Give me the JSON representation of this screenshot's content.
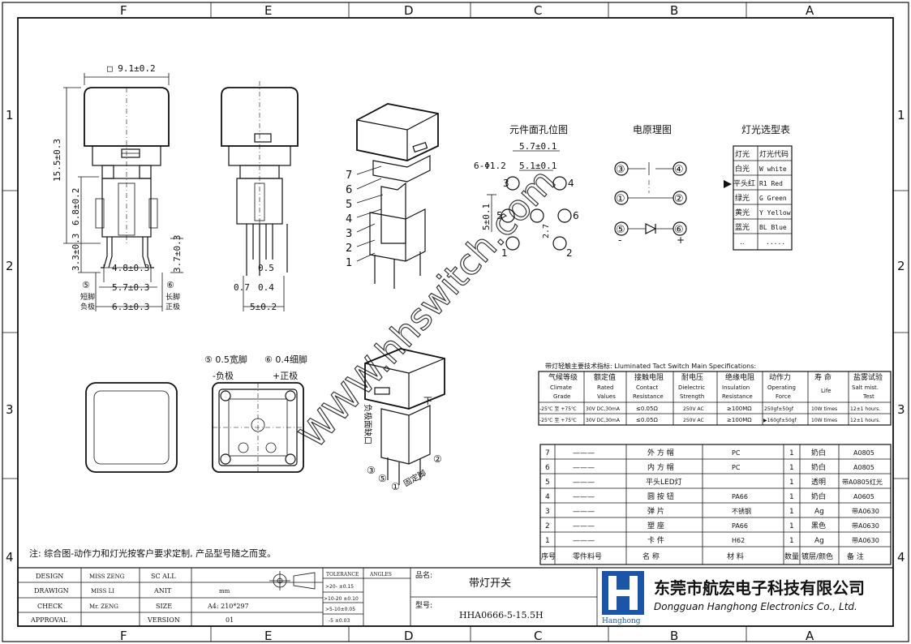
{
  "frame": {
    "zones_top": [
      "F",
      "E",
      "D",
      "C",
      "B",
      "A"
    ],
    "zones_side": [
      "1",
      "2",
      "3",
      "4"
    ]
  },
  "watermark": "WWW.hhswitch.com",
  "front_view": {
    "width_dim": "9.1±0.2",
    "height_dim": "15.5±0.3",
    "body_dim": "6.8±0.2",
    "pin_dim": "3.3±0.3",
    "pitch_inner": "4.8±0.3",
    "pitch_mid": "5.7±0.3",
    "pitch_outer": "6.3±0.3",
    "label_left_num": "⑤",
    "label_left_line1": "短脚",
    "label_left_line2": "负极",
    "label_right_num": "⑥",
    "label_right_line1": "长脚",
    "label_right_line2": "正极"
  },
  "side_view": {
    "dim_37": "3.7±0.3",
    "dim_05": "0.5",
    "dim_07": "0.7",
    "dim_04": "0.4",
    "dim_5": "5±0.2"
  },
  "iso_view": {
    "callouts": [
      "7",
      "6",
      "5",
      "4",
      "3",
      "2",
      "1"
    ]
  },
  "hole_layout": {
    "title": "元件面孔位图",
    "dim_57": "5.7±0.1",
    "dim_51": "5.1±0.1",
    "holes": "6-Φ1.2",
    "dim_5v": "5±0.1",
    "dim_27": "2.7",
    "n1": "1",
    "n2": "2",
    "n3": "3",
    "n4": "4",
    "n5": "5",
    "n6": "6"
  },
  "schematic": {
    "title": "电原理图",
    "nodes": [
      "③",
      "④",
      "①",
      "②",
      "⑤",
      "⑥"
    ],
    "minus": "-",
    "plus": "+"
  },
  "light_table": {
    "title": "灯光选型表",
    "header": [
      "灯光",
      "灯光代码"
    ],
    "rows": [
      [
        "白光",
        "W white"
      ],
      [
        "平头红",
        "R1 Red"
      ],
      [
        "绿光",
        "G Green"
      ],
      [
        "黄光",
        "Y Yellow"
      ],
      [
        "蓝光",
        "BL Blue"
      ],
      [
        "..",
        "....."
      ]
    ]
  },
  "bottom_view": {
    "label_short": "⑤ 0.5宽脚",
    "label_long": "⑥ 0.4细脚",
    "neg": "-负极",
    "pos": "+正极"
  },
  "iso_view2": {
    "side_text": "负极面缺口",
    "front_text": "下",
    "pins": [
      "③",
      "⑤",
      "①",
      "②"
    ],
    "pin_note": "固定脚"
  },
  "spec_table": {
    "title": "带灯轻触主要技术指标: Lluminated Tact Switch Main Specifications:",
    "headers": [
      [
        "气候等级",
        "Climate",
        "Grade"
      ],
      [
        "额定值",
        "Rated",
        "Values"
      ],
      [
        "接触电阻",
        "Contact",
        "Resistance"
      ],
      [
        "耐电压",
        "Dielectric",
        "Strength"
      ],
      [
        "绝缘电阻",
        "Insulation",
        "Resistance"
      ],
      [
        "动作力",
        "Operating",
        "Force"
      ],
      [
        "寿 命",
        "Life",
        ""
      ],
      [
        "盐雾试验",
        "Salt mist.",
        "Test"
      ]
    ],
    "rows": [
      [
        "-25℃ 至 +75℃",
        "30V DC,30mA",
        "≤0.05Ω",
        "250V AC",
        "≥100MΩ",
        "250gf±50gf",
        "10W times",
        "12±1 hours."
      ],
      [
        "-25℃ 至 +75℃",
        "30V DC,30mA",
        "≤0.05Ω",
        "250V AC",
        "≥100MΩ",
        "▶160gf±50gf",
        "10W times",
        "12±1 hours."
      ]
    ]
  },
  "bom": {
    "rows": [
      [
        "7",
        "———",
        "外 方 帽",
        "PC",
        "1",
        "奶白",
        "A0805"
      ],
      [
        "6",
        "———",
        "内 方 帽",
        "PC",
        "1",
        "奶白",
        "A0805"
      ],
      [
        "5",
        "———",
        "平头LED灯",
        "",
        "1",
        "透明",
        "带A0805红光"
      ],
      [
        "4",
        "———",
        "圆 按 钮",
        "PA66",
        "1",
        "奶白",
        "A0605"
      ],
      [
        "3",
        "———",
        "弹    片",
        "不锈钢",
        "1",
        "Ag",
        "带A0630"
      ],
      [
        "2",
        "———",
        "塑    座",
        "PA66",
        "1",
        "黑色",
        "带A0630"
      ],
      [
        "1",
        "———",
        "卡    件",
        "H62",
        "1",
        "Ag",
        "带A0630"
      ]
    ],
    "header": [
      "序号",
      "零件料号",
      "名    称",
      "材    料",
      "数量",
      "镀层/颜色",
      "备  注"
    ]
  },
  "note": "注: 综合图-动作力和灯光按客户要求定制, 产品型号随之而变。",
  "title_block": {
    "design_l": "DESIGN",
    "design_v": "MISS ZENG",
    "sc_l": "SC ALL",
    "drawing_l": "DRAWIGN",
    "drawing_v": "MISS LI",
    "unit_l": "ANIT",
    "unit_v": "mm",
    "check_l": "CHECK",
    "check_v": "Mr. ZENG",
    "size_l": "SIZE",
    "size_v": "A4: 210*297",
    "approval_l": "APPROVAL",
    "version_l": "VERSION",
    "version_v": "01",
    "tol_l": "TOLERANCE",
    "angles_l": "ANGLES",
    "tol1": ">20- ±0.15",
    "tol2": ">10-20 ±0.10",
    "tol3": ">5-10±0.05",
    "tol4": "-5 ±0.03",
    "name_l": "品名:",
    "name_v": "带灯开关",
    "model_l": "型号:",
    "model_v": "HHA0666-5-15.5H",
    "company_cn": "东莞市航宏电子科技有限公司",
    "company_en": "Dongguan Hanghong Electronics Co., Ltd.",
    "logo_text": "Hanghong"
  }
}
